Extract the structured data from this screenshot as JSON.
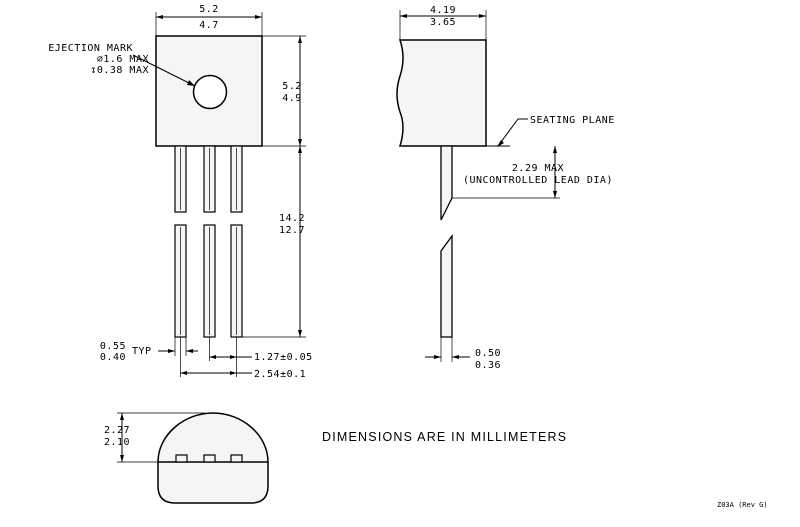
{
  "front_view": {
    "width_max": "5.2",
    "width_min": "4.7",
    "ejection_mark_label": "EJECTION MARK",
    "ejection_dia": "∅1.6 MAX",
    "ejection_depth": "↧0.38 MAX",
    "body_height_max": "5.2",
    "body_height_min": "4.9",
    "lead_length_max": "14.2",
    "lead_length_min": "12.7",
    "lead_width_max": "0.55",
    "lead_width_min": "0.40",
    "typ_label": "TYP",
    "pitch": "1.27±0.05",
    "span": "2.54±0.1"
  },
  "side_view": {
    "thickness_max": "4.19",
    "thickness_min": "3.65",
    "seating_plane_label": "SEATING PLANE",
    "lead_dia_value": "2.29 MAX",
    "lead_dia_note": "(UNCONTROLLED LEAD DIA)",
    "lead_thk_max": "0.50",
    "lead_thk_min": "0.36"
  },
  "bottom_view": {
    "height_max": "2.27",
    "height_min": "2.10"
  },
  "note": "DIMENSIONS ARE IN MILLIMETERS",
  "drawing_id": "Z03A (Rev G)"
}
